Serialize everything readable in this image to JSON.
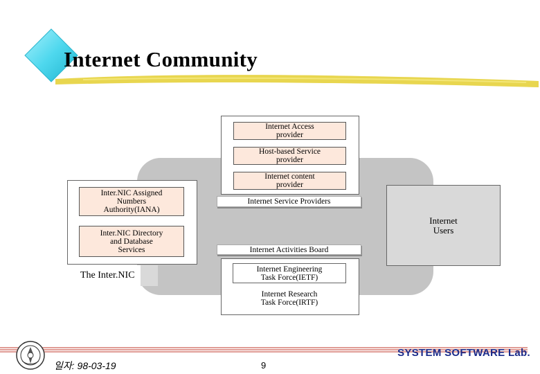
{
  "slide": {
    "title": "Internet Community"
  },
  "providers": {
    "access_line1": "Internet Access",
    "access_line2": "provider",
    "host_line1": "Host-based Service",
    "host_line2": "provider",
    "content_line1": "Internet content",
    "content_line2": "provider"
  },
  "internic": {
    "iana_line1": "Inter.NIC Assigned",
    "iana_line2": "Numbers",
    "iana_line3": "Authority(IANA)",
    "directory_line1": "Inter.NIC Directory",
    "directory_line2": "and Database",
    "directory_line3": "Services",
    "label": "The Inter.NIC"
  },
  "bars": {
    "isp": "Internet Service Providers",
    "iab": "Internet Activities Board"
  },
  "task_forces": {
    "ietf_line1": "Internet Engineering",
    "ietf_line2": "Task Force(IETF)",
    "irtf_line1": "Internet Research",
    "irtf_line2": "Task Force(IRTF)"
  },
  "users": {
    "line1": "Internet",
    "line2": "Users"
  },
  "footer": {
    "lab": "SYSTEM SOFTWARE Lab.",
    "date": "일자: 98-03-19",
    "page": "9"
  },
  "colors": {
    "cloud": "#c4c4c4",
    "pink_box": "#fde8dc",
    "users_box": "#d9d9d9",
    "diamond": "#4fd8ee",
    "underline": "#e6d23c",
    "lab_text": "#1b2b8a"
  }
}
